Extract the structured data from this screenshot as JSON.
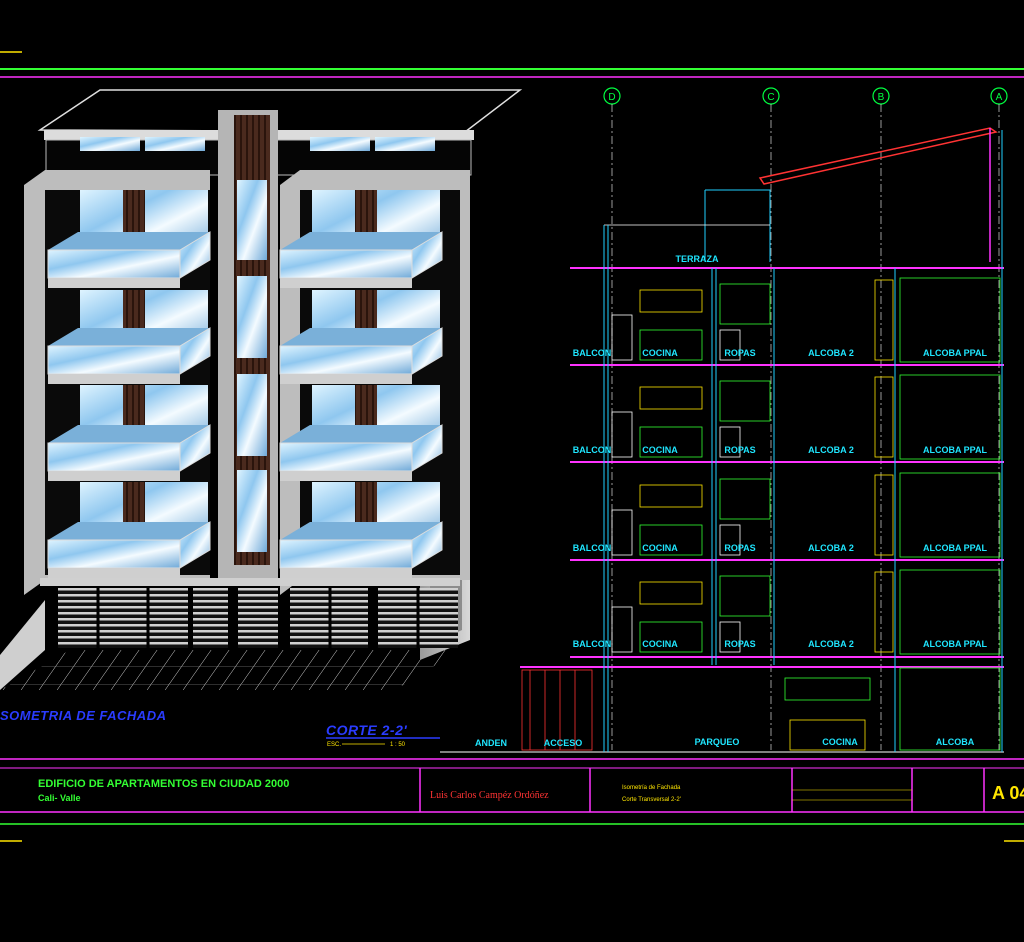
{
  "axes": [
    "D",
    "C",
    "B",
    "A"
  ],
  "isometria": {
    "title": "SOMETRIA DE FACHADA"
  },
  "corte": {
    "title": "CORTE 2-2'",
    "scale_label": "ESC.",
    "scale": "1 : 50"
  },
  "section_rooms": {
    "terrace": "TERRAZA",
    "floors": [
      {
        "balcon": "BALCON",
        "cocina": "COCINA",
        "ropas": "ROPAS",
        "alcoba2": "ALCOBA 2",
        "alcoba_ppal": "ALCOBA PPAL"
      },
      {
        "balcon": "BALCON",
        "cocina": "COCINA",
        "ropas": "ROPAS",
        "alcoba2": "ALCOBA 2",
        "alcoba_ppal": "ALCOBA PPAL"
      },
      {
        "balcon": "BALCON",
        "cocina": "COCINA",
        "ropas": "ROPAS",
        "alcoba2": "ALCOBA 2",
        "alcoba_ppal": "ALCOBA PPAL"
      },
      {
        "balcon": "BALCON",
        "cocina": "COCINA",
        "ropas": "ROPAS",
        "alcoba2": "ALCOBA 2",
        "alcoba_ppal": "ALCOBA PPAL"
      }
    ],
    "ground": {
      "anden": "ANDEN",
      "acceso": "ACCESO",
      "parqueo": "PARQUEO",
      "cocina": "COCINA",
      "alcoba": "ALCOBA"
    }
  },
  "title_block": {
    "project": "EDIFICIO  DE APARTAMENTOS EN CIUDAD 2000",
    "location": "Cali- Valle",
    "author": "Luis Carlos Campéz Ordóñez",
    "content_line1": "Isometría de Fachada",
    "content_line2": "Corte Transversal 2-2'",
    "sheet": "A 04"
  },
  "colors": {
    "background": "#000000",
    "frame_magenta": "#ff33ff",
    "frame_green": "#33ff33",
    "label_cyan": "#1fe6ff",
    "title_blue": "#2a3cff",
    "label_yellow": "#ffe600",
    "axis_green": "#00ff40"
  }
}
